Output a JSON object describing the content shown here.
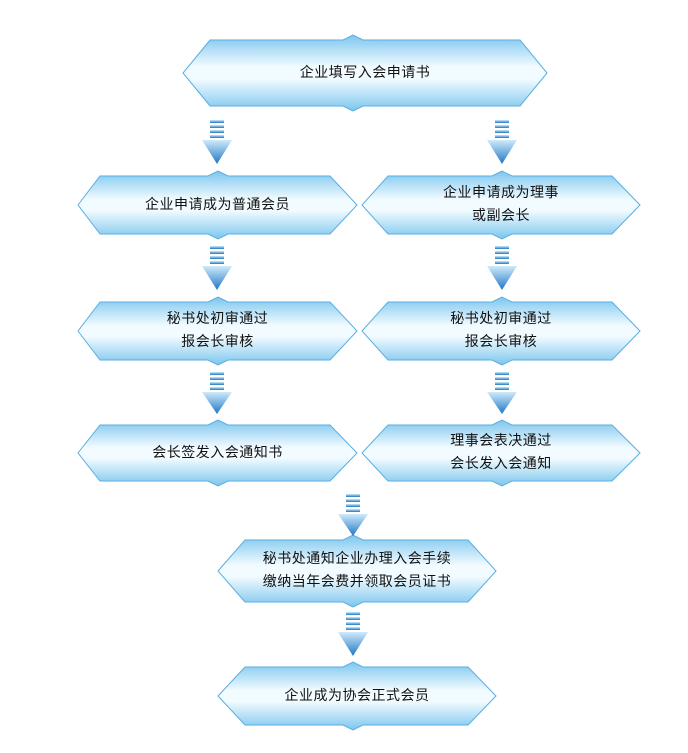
{
  "nodes": {
    "apply": [
      "企业填写入会申请书"
    ],
    "ordinary_apply": [
      "企业申请成为普通会员"
    ],
    "director_apply": [
      "企业申请成为理事",
      "或副会长"
    ],
    "ordinary_review": [
      "秘书处初审通过",
      "报会长审核"
    ],
    "director_review": [
      "秘书处初审通过",
      "报会长审核"
    ],
    "ordinary_notice": [
      "会长签发入会通知书"
    ],
    "director_notice": [
      "理事会表决通过",
      "会长发入会通知"
    ],
    "procedures": [
      "秘书处通知企业办理入会手续",
      "缴纳当年会费并领取会员证书"
    ],
    "final": [
      "企业成为协会正式会员"
    ]
  },
  "colors": {
    "box_edge": "#7cc6ee",
    "box_center": "#f2fbff",
    "box_stroke": "#5aaee0",
    "arrow_top": "#cfeafa",
    "arrow_bottom": "#1f78c6"
  }
}
